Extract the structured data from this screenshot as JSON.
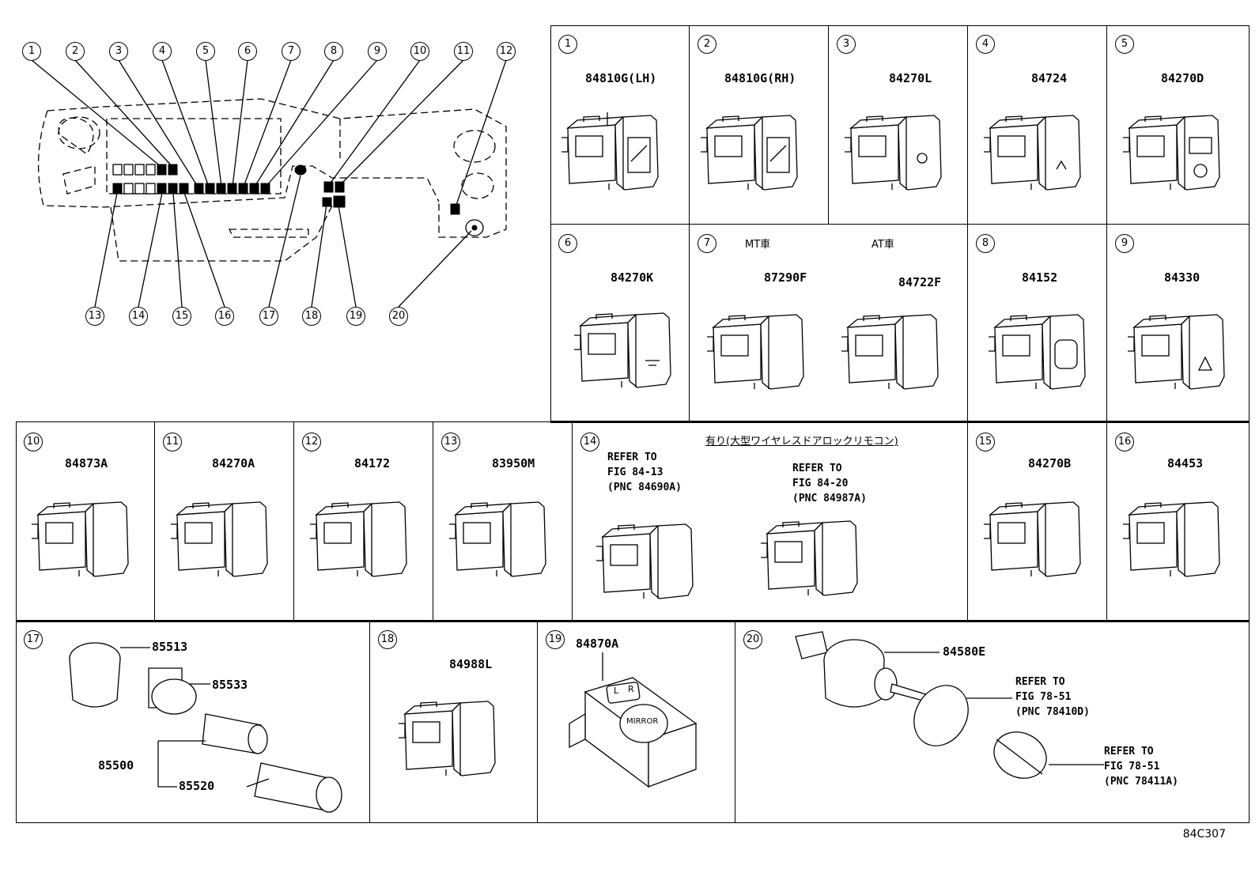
{
  "overview": {
    "callouts_top": [
      "1",
      "2",
      "3",
      "4",
      "5",
      "6",
      "7",
      "8",
      "9",
      "10",
      "11",
      "12"
    ],
    "callouts_bottom": [
      "13",
      "14",
      "15",
      "16",
      "17",
      "18",
      "19",
      "20"
    ]
  },
  "panels": {
    "p1": {
      "num": "1",
      "part": "84810G(LH)"
    },
    "p2": {
      "num": "2",
      "part": "84810G(RH)"
    },
    "p3": {
      "num": "3",
      "part": "84270L"
    },
    "p4": {
      "num": "4",
      "part": "84724"
    },
    "p5": {
      "num": "5",
      "part": "84270D"
    },
    "p6": {
      "num": "6",
      "part": "84270K"
    },
    "p7": {
      "num": "7",
      "mt_label": "MT車",
      "at_label": "AT車",
      "part_mt": "87290F",
      "part_at": "84722F"
    },
    "p8": {
      "num": "8",
      "part": "84152"
    },
    "p9": {
      "num": "9",
      "part": "84330"
    },
    "p10": {
      "num": "10",
      "part": "84873A"
    },
    "p11": {
      "num": "11",
      "part": "84270A"
    },
    "p12": {
      "num": "12",
      "part": "84172"
    },
    "p13": {
      "num": "13",
      "part": "83950M"
    },
    "p14": {
      "num": "14",
      "header": "有り(大型ワイヤレスドアロックリモコン)",
      "ref1_l1": "REFER TO",
      "ref1_l2": "FIG 84-13",
      "ref1_l3": "(PNC 84690A)",
      "ref2_l1": "REFER TO",
      "ref2_l2": "FIG 84-20",
      "ref2_l3": "(PNC 84987A)"
    },
    "p15": {
      "num": "15",
      "part": "84270B"
    },
    "p16": {
      "num": "16",
      "part": "84453"
    },
    "p17": {
      "num": "17",
      "parts": [
        "85513",
        "85533",
        "85500",
        "85520"
      ]
    },
    "p18": {
      "num": "18",
      "part": "84988L"
    },
    "p19": {
      "num": "19",
      "part": "84870A",
      "btn_l": "L",
      "btn_r": "R",
      "mirror_label": "MIRROR"
    },
    "p20": {
      "num": "20",
      "part": "84580E",
      "ref1_l1": "REFER TO",
      "ref1_l2": "FIG 78-51",
      "ref1_l3": "(PNC 78410D)",
      "ref2_l1": "REFER TO",
      "ref2_l2": "FIG 78-51",
      "ref2_l3": "(PNC 78411A)"
    }
  },
  "figure_code": "84C307"
}
